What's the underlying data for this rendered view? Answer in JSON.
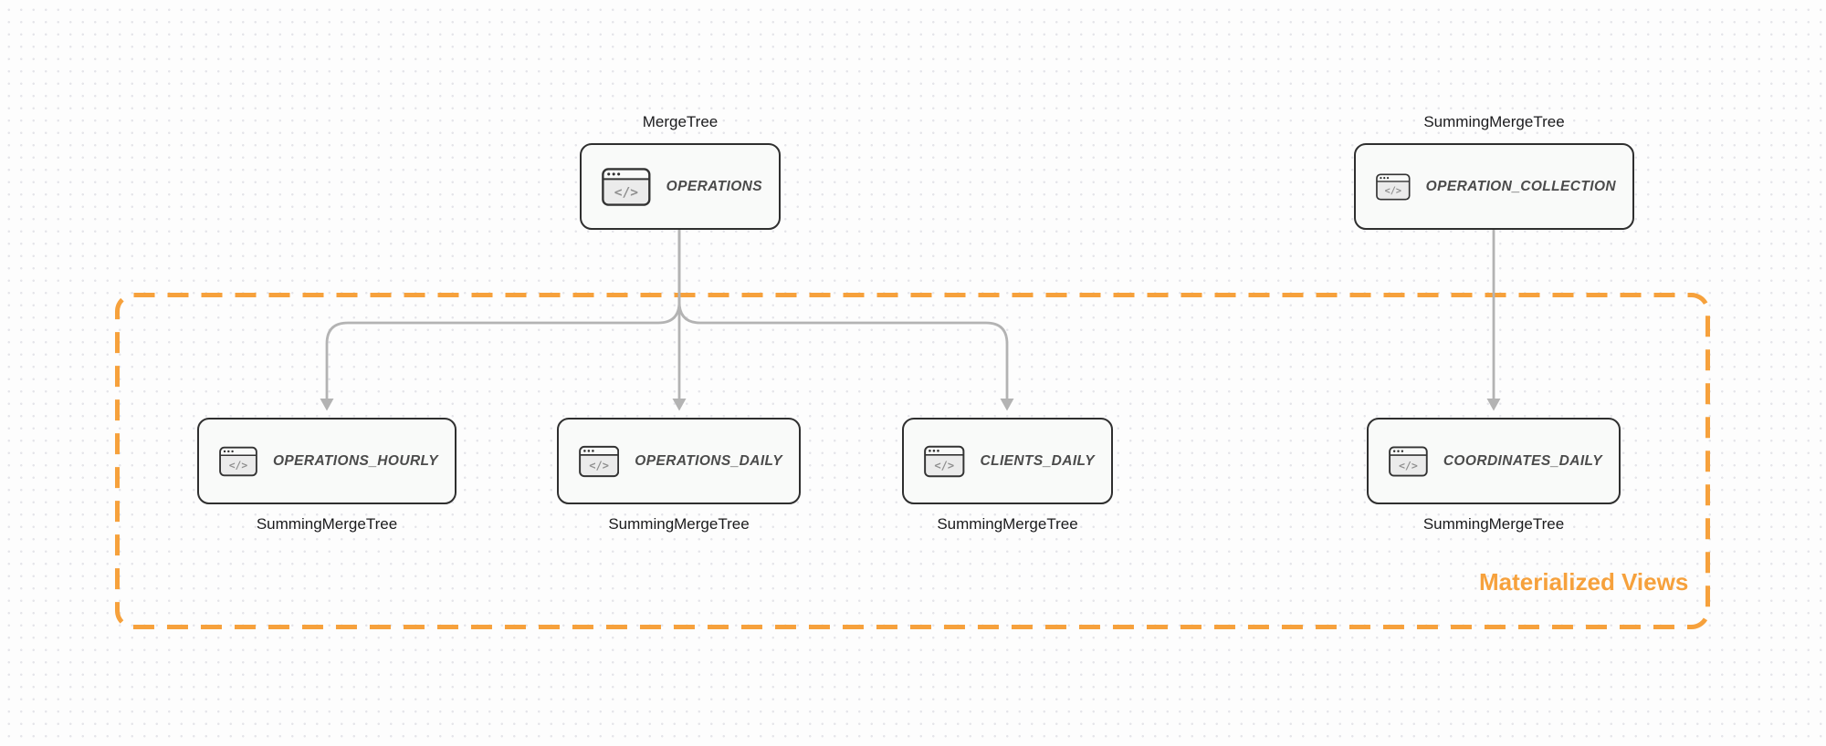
{
  "canvas": {
    "type": "diagram-canvas",
    "grid": "dots"
  },
  "icons": {
    "code_window_glyph": "</>"
  },
  "palette": {
    "background": "#fdfdfd",
    "dot_grid_color": "#e4e4e9",
    "node_border": "#2f2f2f",
    "node_fill": "#f9faf9",
    "node_title_color": "#4b4b4b",
    "engine_label_color": "#1b1b1d",
    "arrow_color": "#b3b3b3",
    "accent_orange": "#f6a13c"
  },
  "nodes": [
    {
      "id": "operations",
      "title": "OPERATIONS",
      "engine_label": "MergeTree",
      "engine_position": "above",
      "icon": "code-window-icon"
    },
    {
      "id": "operation_collection",
      "title": "OPERATION_COLLECTION",
      "engine_label": "SummingMergeTree",
      "engine_position": "above",
      "icon": "code-window-icon"
    },
    {
      "id": "operations_hourly",
      "title": "OPERATIONS_HOURLY",
      "engine_label": "SummingMergeTree",
      "engine_position": "below",
      "icon": "code-window-icon"
    },
    {
      "id": "operations_daily",
      "title": "OPERATIONS_DAILY",
      "engine_label": "SummingMergeTree",
      "engine_position": "below",
      "icon": "code-window-icon"
    },
    {
      "id": "clients_daily",
      "title": "CLIENTS_DAILY",
      "engine_label": "SummingMergeTree",
      "engine_position": "below",
      "icon": "code-window-icon"
    },
    {
      "id": "coordinates_daily",
      "title": "COORDINATES_DAILY",
      "engine_label": "SummingMergeTree",
      "engine_position": "below",
      "icon": "code-window-icon"
    }
  ],
  "edges": [
    {
      "from": "operations",
      "to": "operations_hourly"
    },
    {
      "from": "operations",
      "to": "operations_daily"
    },
    {
      "from": "operations",
      "to": "clients_daily"
    },
    {
      "from": "operation_collection",
      "to": "coordinates_daily"
    }
  ],
  "group": {
    "label": "Materialized Views",
    "style": "dashed",
    "members": [
      "operations_hourly",
      "operations_daily",
      "clients_daily",
      "coordinates_daily"
    ]
  }
}
